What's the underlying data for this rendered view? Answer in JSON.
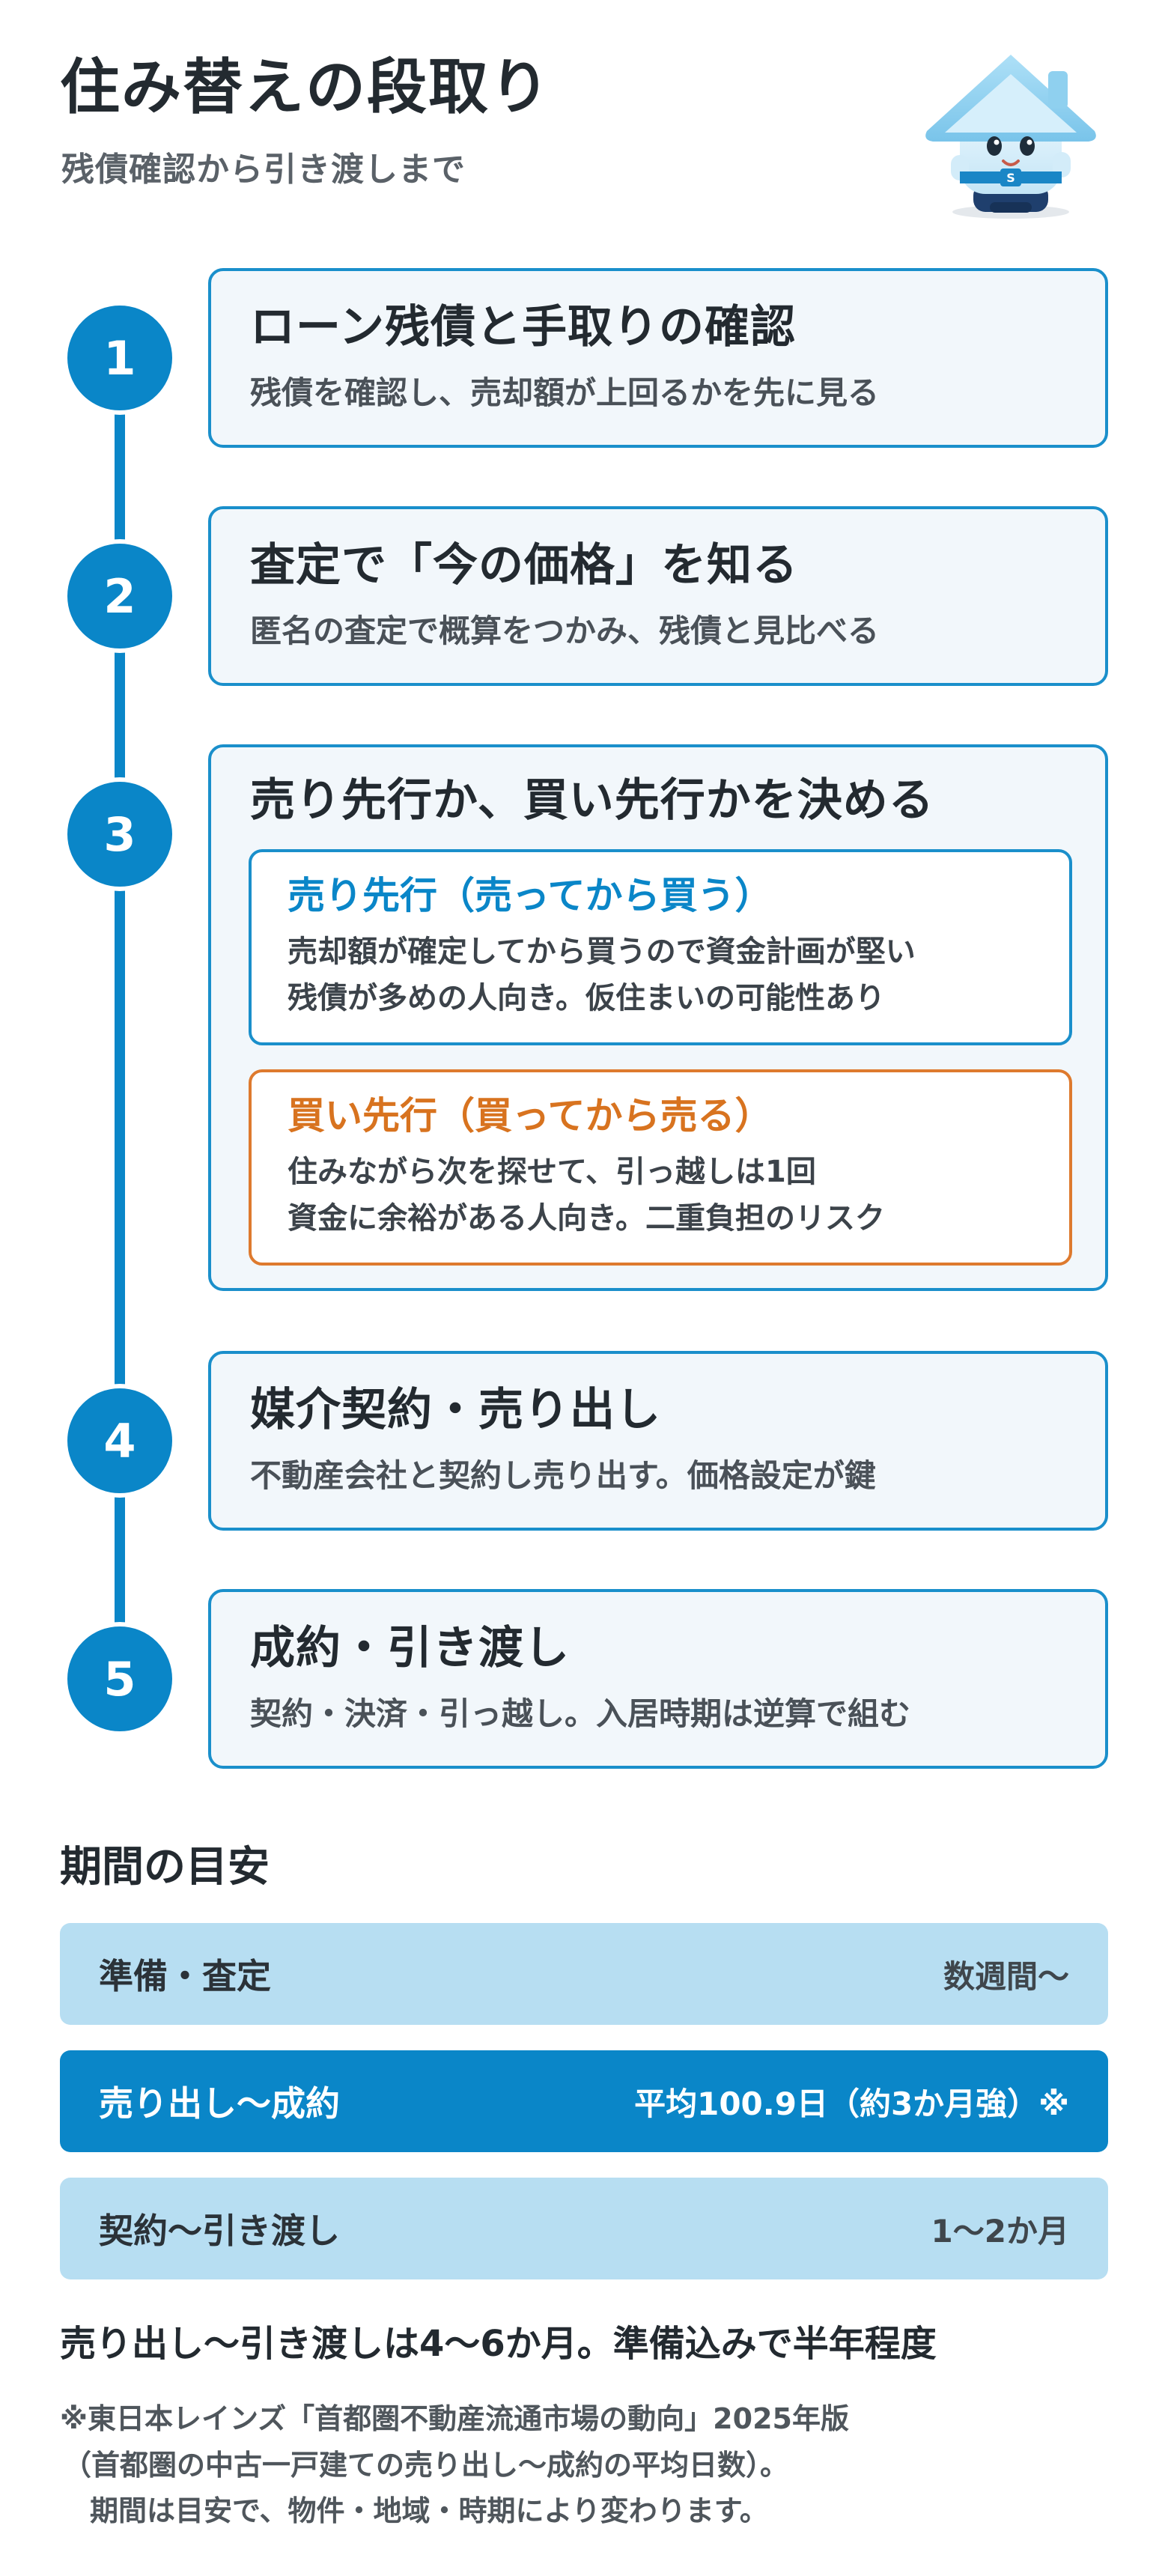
{
  "header": {
    "title": "住み替えの段取り",
    "subtitle": "残債確認から引き渡しまで"
  },
  "mascot": {
    "badge": "S"
  },
  "steps": [
    {
      "num": "1",
      "title": "ローン残債と手取りの確認",
      "desc": "残債を確認し、売却額が上回るかを先に見る"
    },
    {
      "num": "2",
      "title": "査定で「今の価格」を知る",
      "desc": "匿名の査定で概算をつかみ、残債と見比べる"
    },
    {
      "num": "3",
      "title": "売り先行か、買い先行かを決める",
      "options": [
        {
          "title": "売り先行（売ってから買う）",
          "lines": [
            "売却額が確定してから買うので資金計画が堅い",
            "残債が多めの人向き。仮住まいの可能性あり"
          ]
        },
        {
          "title": "買い先行（買ってから売る）",
          "lines": [
            "住みながら次を探せて、引っ越しは1回",
            "資金に余裕がある人向き。二重負担のリスク"
          ]
        }
      ]
    },
    {
      "num": "4",
      "title": "媒介契約・売り出し",
      "desc": "不動産会社と契約し売り出す。価格設定が鍵"
    },
    {
      "num": "5",
      "title": "成約・引き渡し",
      "desc": "契約・決済・引っ越し。入居時期は逆算で組む"
    }
  ],
  "period": {
    "heading": "期間の目安",
    "rows": [
      {
        "label": "準備・査定",
        "value": "数週間〜"
      },
      {
        "label": "売り出し〜成約",
        "value": "平均100.9日（約3か月強）※"
      },
      {
        "label": "契約〜引き渡し",
        "value": "1〜2か月"
      }
    ],
    "summary": "売り出し〜引き渡しは4〜6か月。準備込みで半年程度"
  },
  "notes": [
    "※東日本レインズ「首都圏不動産流通市場の動向」2025年版",
    "（首都圏の中古一戸建ての売り出し〜成約の平均日数）。",
    "期間は目安で、物件・地域・時期により変わります。"
  ],
  "colors": {
    "accent": "#0a86c8",
    "orange": "#de7a2e",
    "light_bar": "#b7def2",
    "card_bg": "#f2f7fb"
  }
}
